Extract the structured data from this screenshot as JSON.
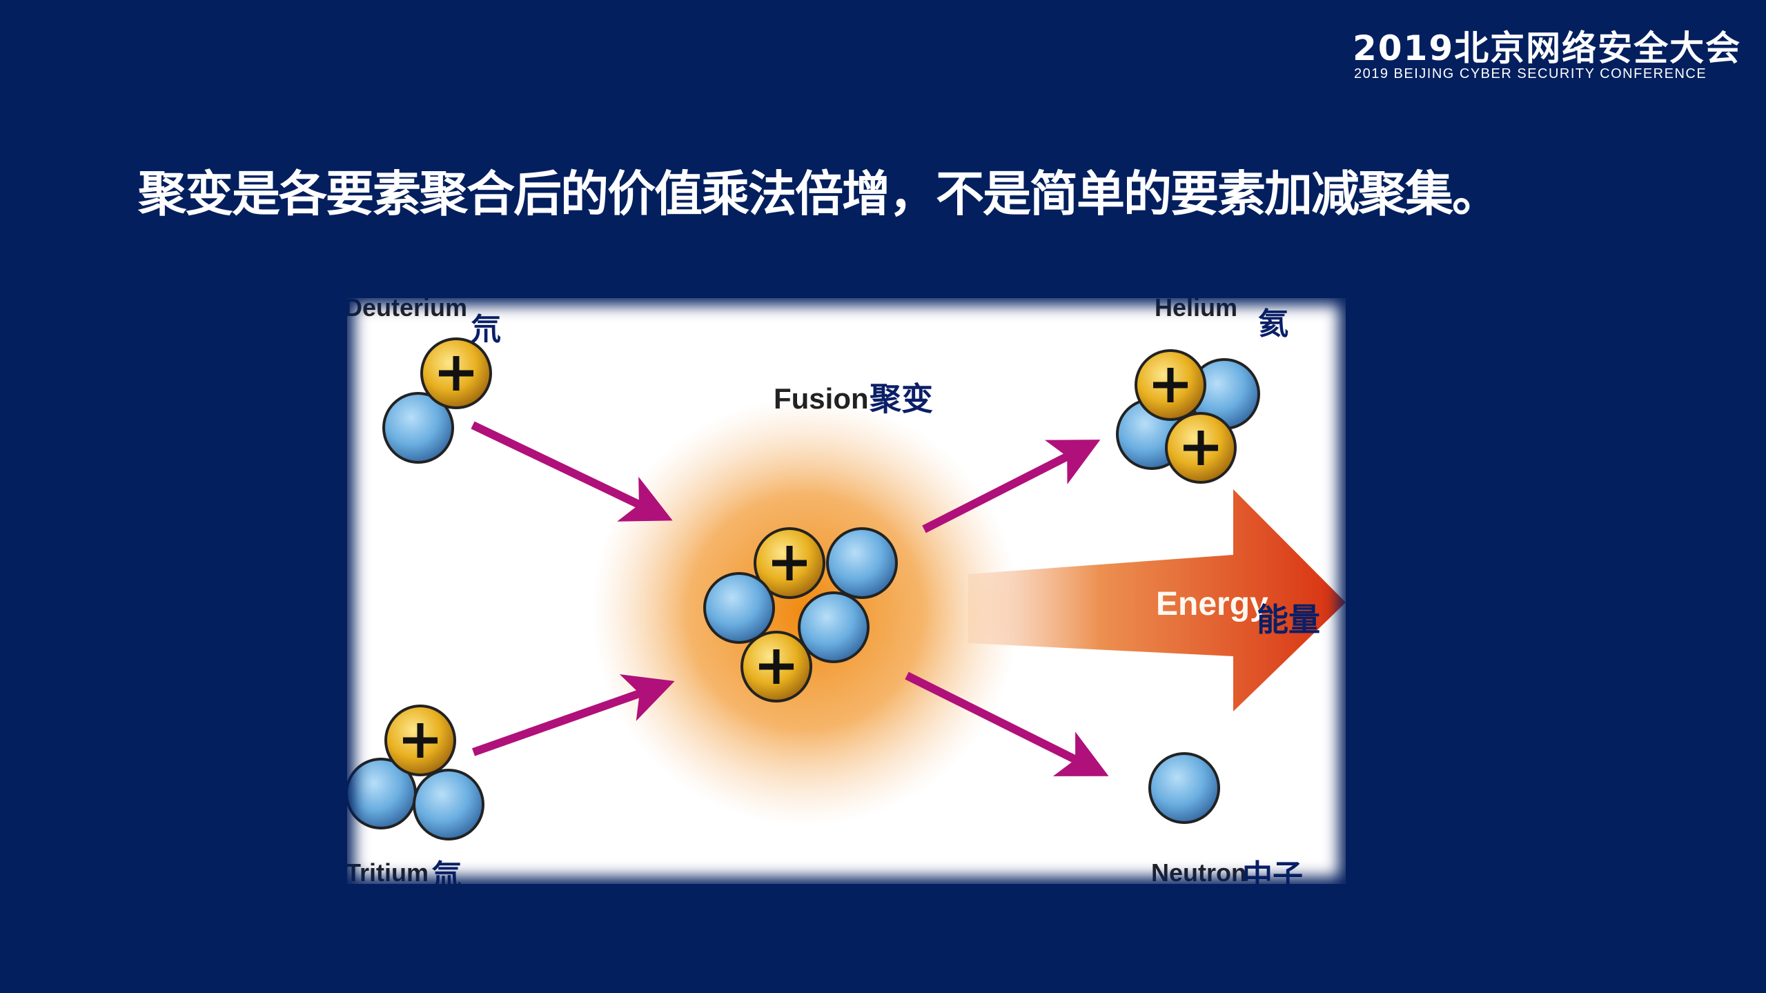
{
  "header": {
    "conference_cn": "2019北京网络安全大会",
    "conference_en": "2019 BEIJING CYBER SECURITY CONFERENCE"
  },
  "slide": {
    "title": "聚变是各要素聚合后的价值乘法倍增，不是简单的要素加减聚集。"
  },
  "diagram": {
    "deuterium_en": "Deuterium",
    "deuterium_cn": "氘",
    "tritium_en": "Tritium",
    "tritium_cn": "氚",
    "fusion_en": "Fusion",
    "fusion_cn": "聚变",
    "helium_en": "Helium",
    "helium_cn": "氦",
    "energy_en": "Energy",
    "energy_cn": "能量",
    "neutron_en": "Neutron",
    "neutron_cn": "中子",
    "colors": {
      "background": "#031f5e",
      "proton": "#e8b020",
      "neutron": "#6aaee0",
      "arrow": "#b0107a",
      "energy": "#e06020",
      "label_cn": "#0a1f66"
    }
  }
}
